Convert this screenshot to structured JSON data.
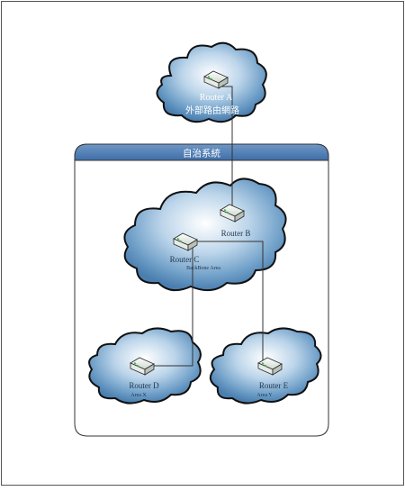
{
  "autonomous_system": {
    "title": "自治系統"
  },
  "router_a": {
    "name": "Router A",
    "subtitle": "外部路由網路"
  },
  "router_b": {
    "name": "Router B"
  },
  "router_c": {
    "name": "Router C"
  },
  "backbone": {
    "label": "BackBone Area"
  },
  "router_d": {
    "name": "Router D",
    "area": "Area X"
  },
  "router_e": {
    "name": "Router E",
    "area": "Area Y"
  }
}
